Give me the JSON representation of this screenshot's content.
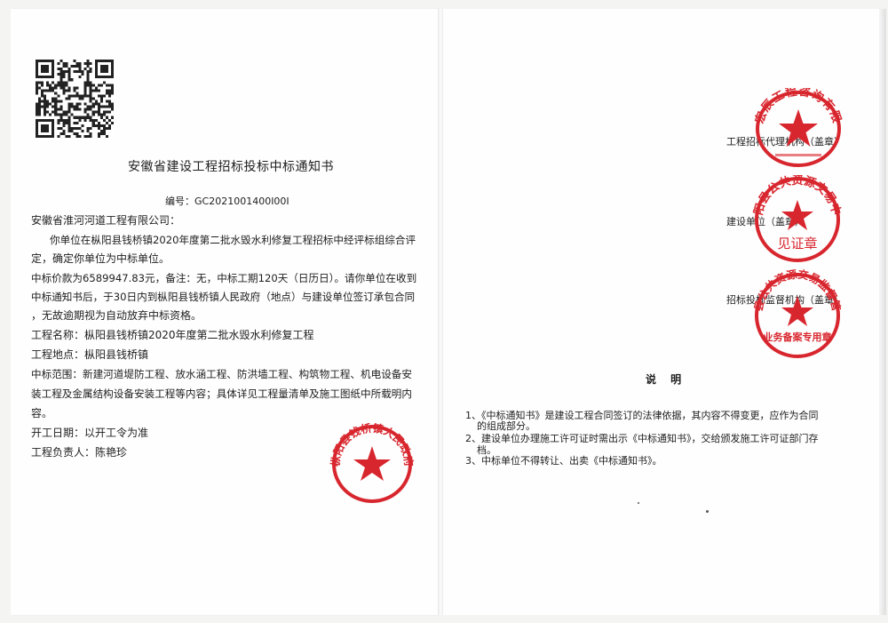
{
  "notice": {
    "title": "安徽省建设工程招标投标中标通知书",
    "number": "编号：GC2021001400I00I",
    "recipient": "安徽省淮河河道工程有限公司：",
    "para1_line1": "你单位在枞阳县钱桥镇2020年度第二批水毁水利修复工程招标中经评标组综合评",
    "para1_line2": "定，确定你单位为中标单位。",
    "para2_line1": "中标价款为6589947.83元，备注：无，中标工期120天（日历日）。请你单位在收到",
    "para2_line2": "中标通知书后，于30日内到枞阳县钱桥镇人民政府（地点）与建设单位签订承包合同",
    "para2_line3": "，无故逾期视为自动放弃中标资格。",
    "project_name": "工程名称：枞阳县钱桥镇2020年度第二批水毁水利修复工程",
    "project_location": "工程地点：枞阳县钱桥镇",
    "scope_line1": "中标范围：新建河道堤防工程、放水涵工程、防洪墙工程、构筑物工程、机电设备安",
    "scope_line2": "装工程及金属结构设备安装工程等内容；具体详见工程量清单及施工图纸中所载明内",
    "scope_line3": "容。",
    "start_date": "开工日期：以开工令为准",
    "project_manager": "工程负责人：陈艳珍"
  },
  "signatures": {
    "agency_label": "工程招标代理机构（盖章）",
    "owner_label": "建设单位（盖章）",
    "supervisor_label": "招标投标监督机构（盖章）"
  },
  "stamps": {
    "agency_text": "安徽宏辰工程咨询有限公司",
    "platform_text": "枞阳县公共资源交易中心",
    "witness_label": "见证章",
    "supervisor_text": "枞阳县公共资源交易监督管理局",
    "supervisor_sub": "业务备案专用章",
    "govt_text": "枞阳县钱桥镇人民政府"
  },
  "notes": {
    "heading": "说 明",
    "item1_line1": "1、《中标通知书》是建设工程合同签订的法律依据，其内容不得变更，应作为合同",
    "item1_line2": "的组成部分。",
    "item2_line1": "2、建设单位办理施工许可证时需出示《中标通知书》，交给颁发施工许可证部门存",
    "item2_line2": "档。",
    "item3": "3、中标单位不得转让、出卖《中标通知书》。"
  },
  "colors": {
    "stamp_red": "#d8262e",
    "text": "#1e1e1e"
  }
}
